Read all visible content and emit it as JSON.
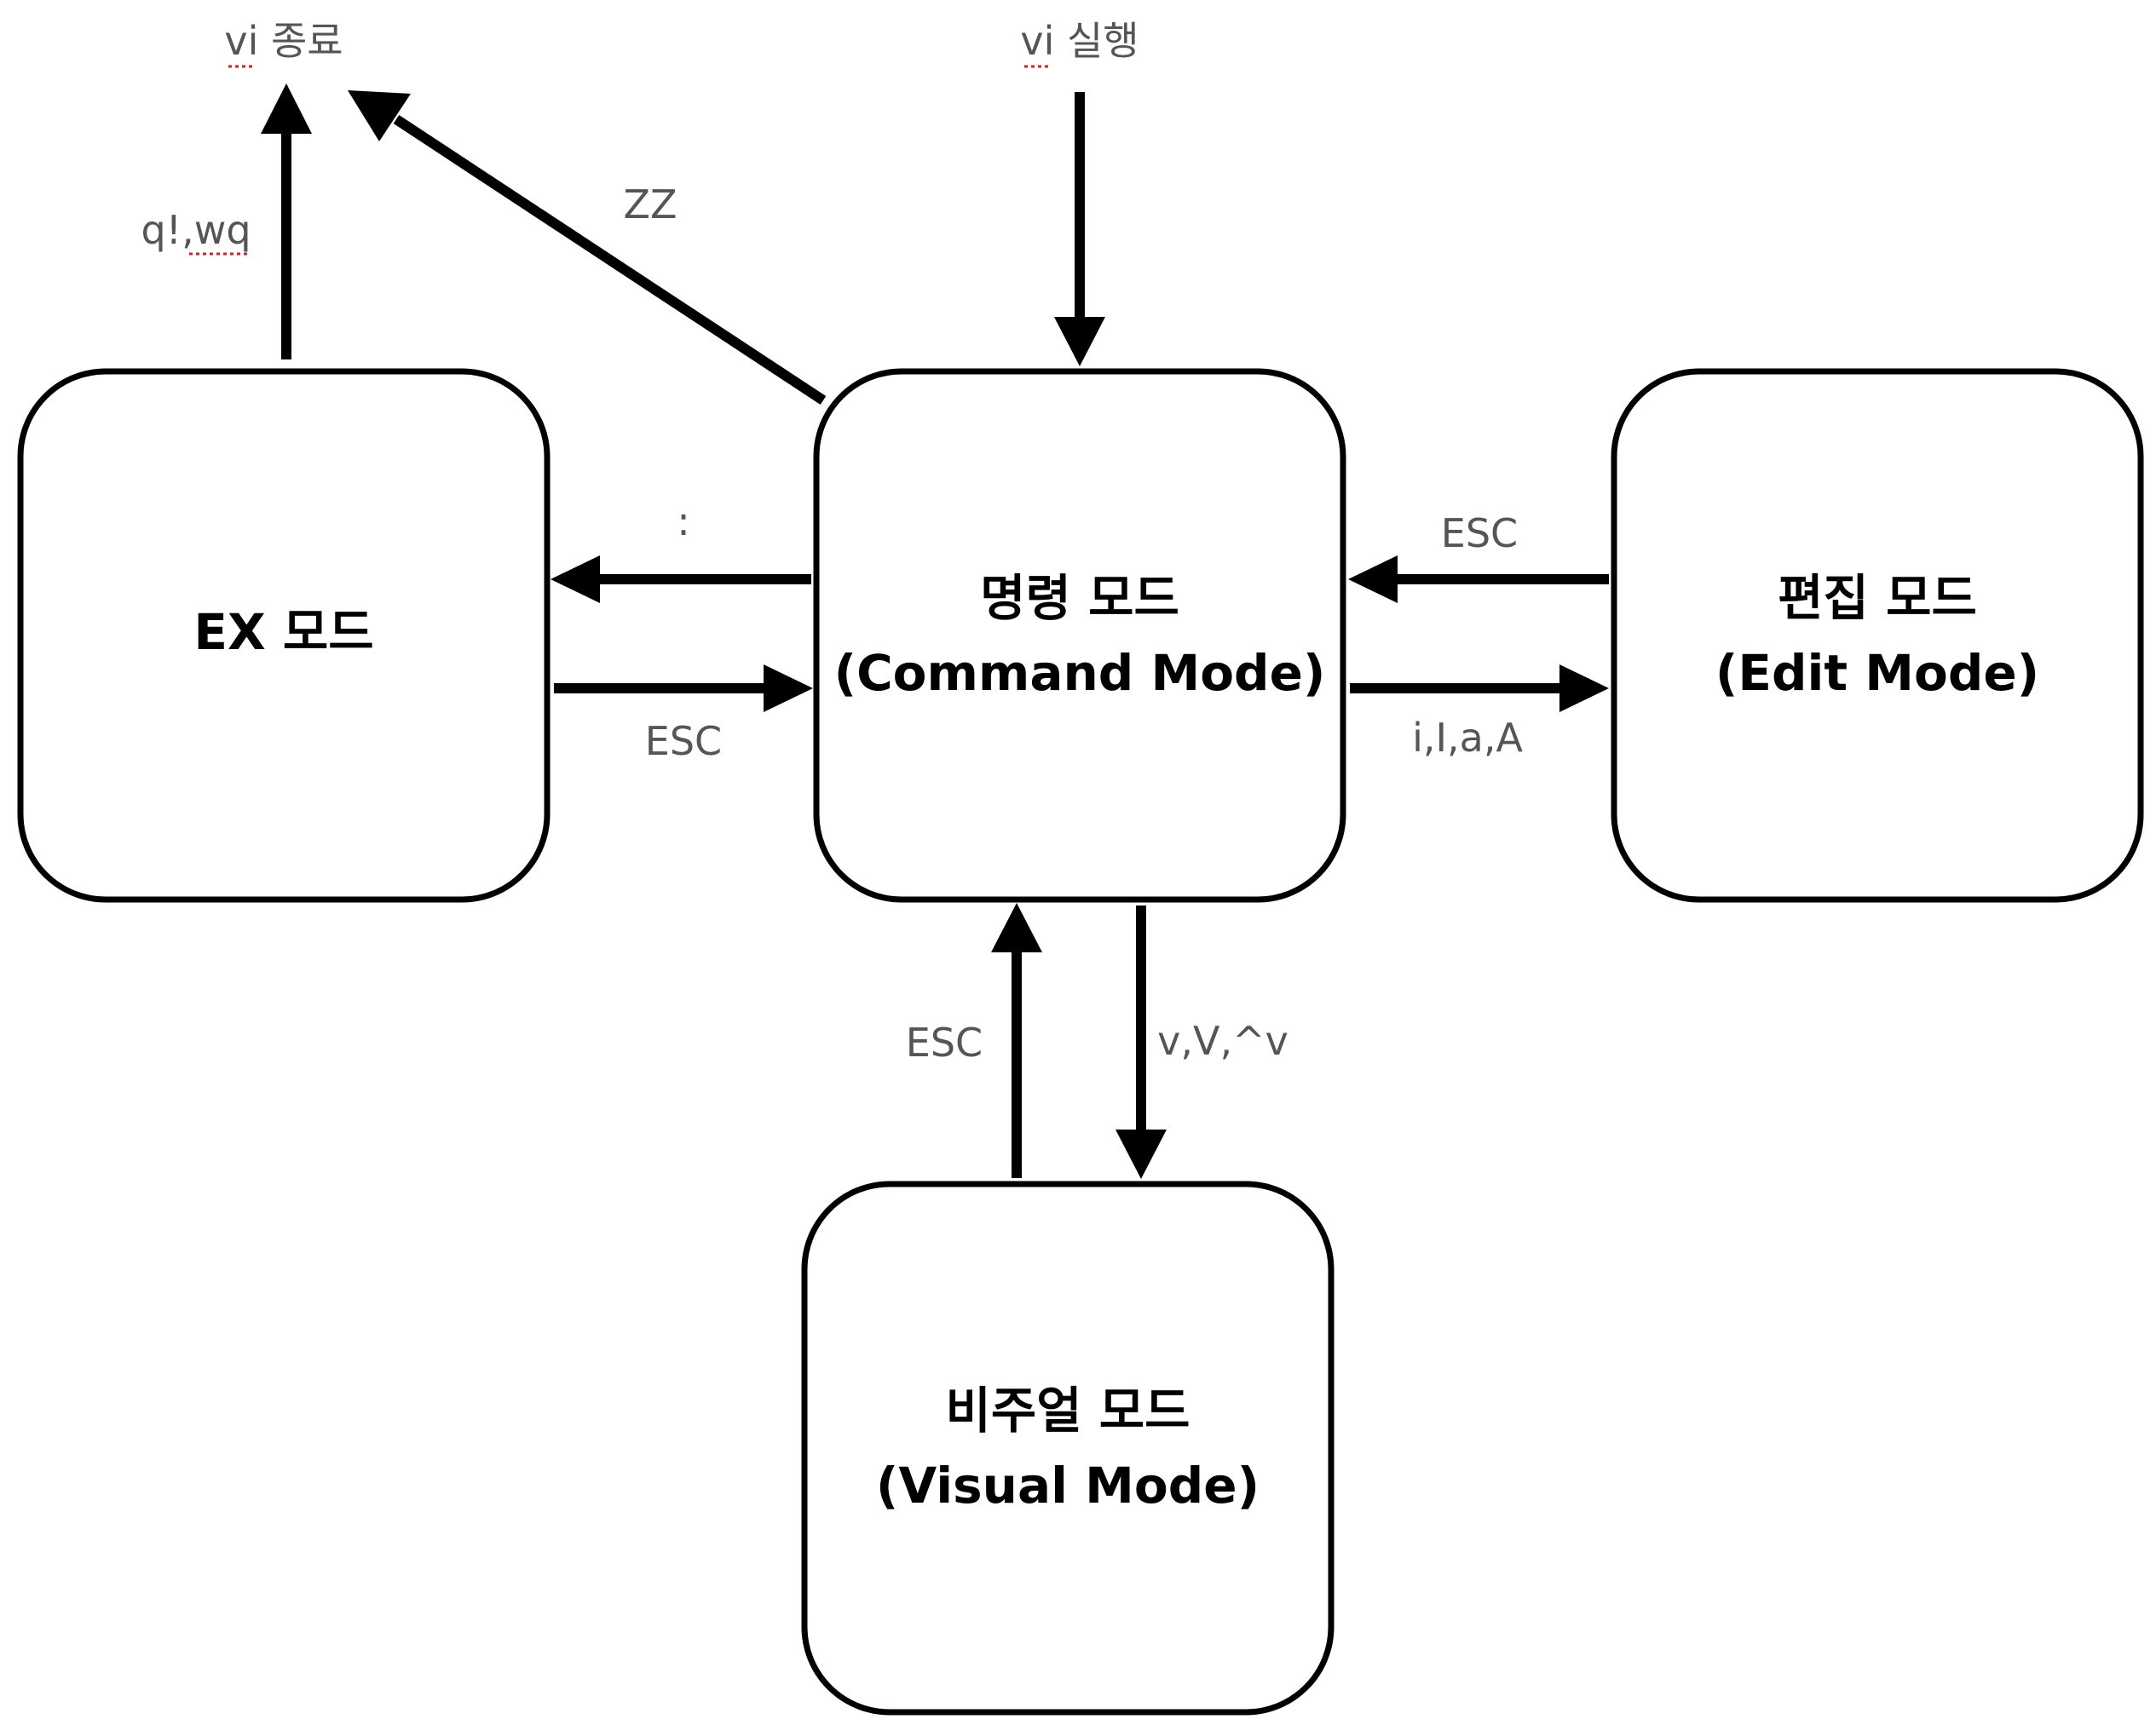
{
  "nodes": {
    "ex_mode": {
      "line1": "EX 모드"
    },
    "command_mode": {
      "line1": "명령 모드",
      "line2": "(Command Mode)"
    },
    "edit_mode": {
      "line1": "편집 모드",
      "line2": "(Edit Mode)"
    },
    "visual_mode": {
      "line1": "비주얼 모드",
      "line2": "(Visual Mode)"
    }
  },
  "terminals": {
    "vi_exit": "vi 종료",
    "vi_run": "vi 실행"
  },
  "edges": {
    "ex_to_exit": "q!,wq",
    "command_to_exit": "ZZ",
    "command_to_ex": ":",
    "ex_to_command": "ESC",
    "edit_to_command": "ESC",
    "command_to_edit": "i,I,a,A",
    "visual_to_command": "ESC",
    "command_to_visual": "v,V,^v"
  }
}
